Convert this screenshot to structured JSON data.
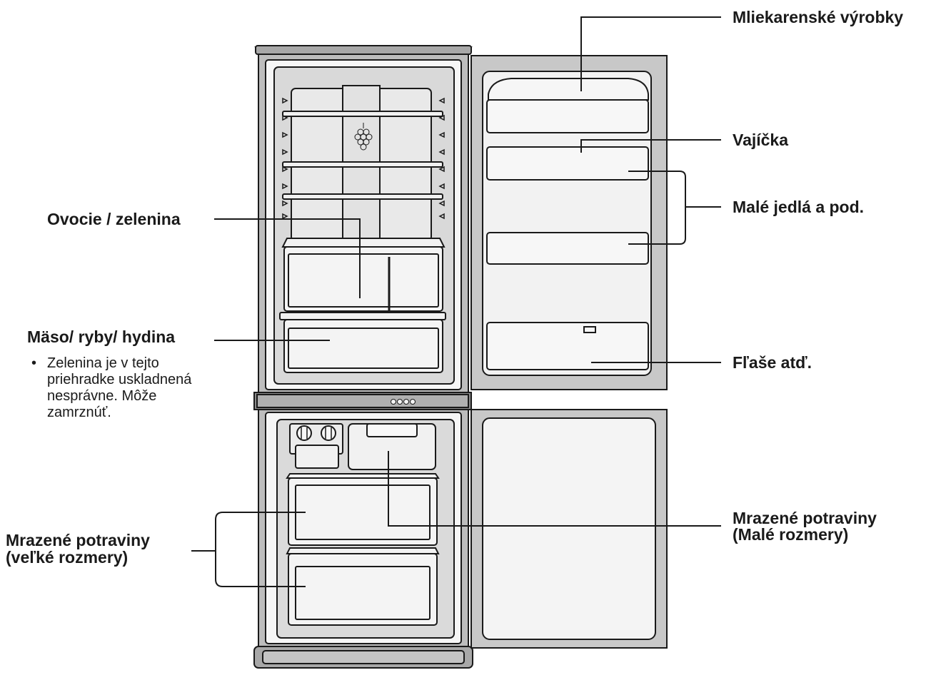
{
  "labels": {
    "dairy": "Mliekarenské výrobky",
    "eggs": "Vajíčka",
    "small_food": "Malé jedlá a pod.",
    "bottles": "Fľaše atď.",
    "fruit_veg": "Ovocie / zelenina",
    "meat_fish": "Mäso/ ryby/ hydina",
    "frozen_small_line1": "Mrazené potraviny",
    "frozen_small_line2": "(Malé rozmery)",
    "frozen_large_line1": "Mrazené potraviny",
    "frozen_large_line2": "(veľké rozmery)"
  },
  "note": {
    "bullet": "•",
    "line1": "Zelenina je v tejto",
    "line2": "priehradke uskladnená",
    "line3": "nesprávne. Môže",
    "line4": "zamrznúť."
  },
  "colors": {
    "line": "#1a1a1a",
    "fridge_body": "#d2d2d2",
    "fridge_inner": "#e6e6e6",
    "frame_gray": "#a8a8a8",
    "divider_gray": "#8c8c8c",
    "panel": "#f4f4f4",
    "door_fill": "#ececec"
  }
}
